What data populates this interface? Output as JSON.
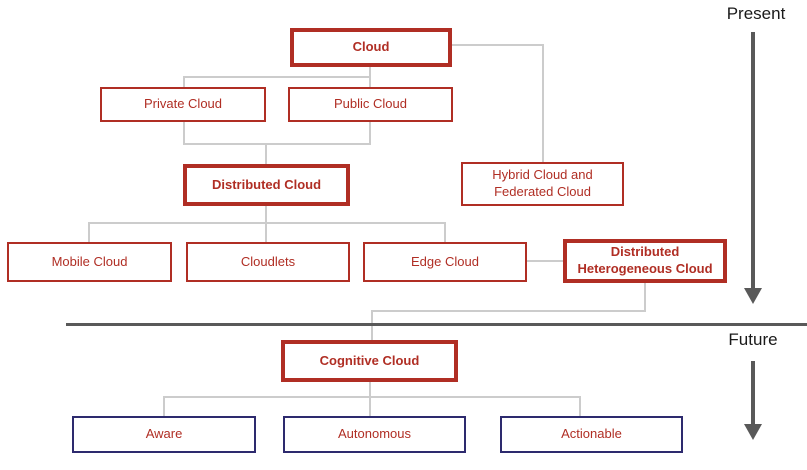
{
  "diagram": {
    "nodes": [
      {
        "id": "cloud",
        "label": "Cloud",
        "style": "emphasized"
      },
      {
        "id": "private-cloud",
        "label": "Private Cloud",
        "style": "normal"
      },
      {
        "id": "public-cloud",
        "label": "Public Cloud",
        "style": "normal"
      },
      {
        "id": "distributed-cloud",
        "label": "Distributed Cloud",
        "style": "emphasized"
      },
      {
        "id": "hybrid-federated-cloud",
        "label": "Hybrid Cloud and Federated Cloud",
        "style": "normal"
      },
      {
        "id": "mobile-cloud",
        "label": "Mobile Cloud",
        "style": "normal"
      },
      {
        "id": "cloudlets",
        "label": "Cloudlets",
        "style": "normal"
      },
      {
        "id": "edge-cloud",
        "label": "Edge Cloud",
        "style": "normal"
      },
      {
        "id": "distributed-heterogeneous-cloud",
        "label": "Distributed Heterogeneous Cloud",
        "style": "emphasized"
      },
      {
        "id": "cognitive-cloud",
        "label": "Cognitive Cloud",
        "style": "emphasized"
      },
      {
        "id": "aware",
        "label": "Aware",
        "style": "future"
      },
      {
        "id": "autonomous",
        "label": "Autonomous",
        "style": "future"
      },
      {
        "id": "actionable",
        "label": "Actionable",
        "style": "future"
      }
    ],
    "timeline": {
      "present_label": "Present",
      "future_label": "Future"
    },
    "colors": {
      "node_red": "#b02e24",
      "future_border": "#2d2a6e",
      "connector": "#cccccc",
      "divider": "#595959",
      "arrow": "#595959"
    }
  }
}
